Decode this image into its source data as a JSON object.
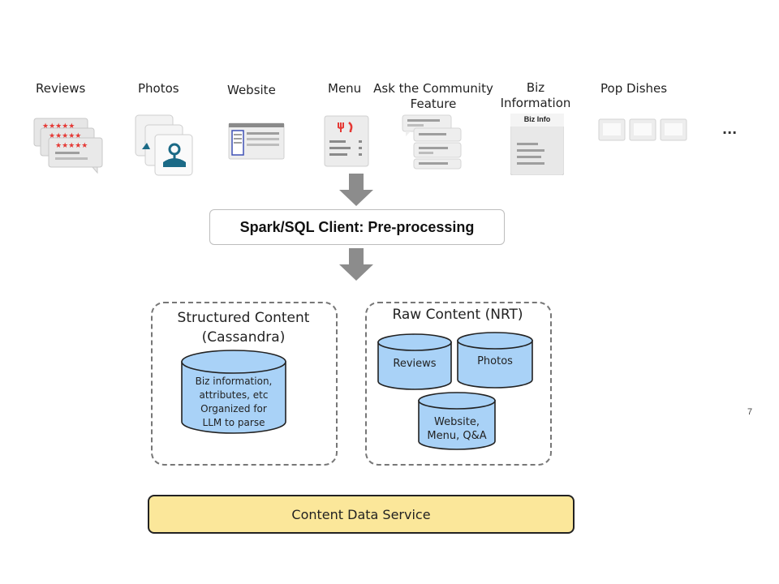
{
  "sources": [
    {
      "label": "Reviews",
      "icon": "reviews-icon"
    },
    {
      "label": "Photos",
      "icon": "photos-icon"
    },
    {
      "label": "Website",
      "icon": "website-icon"
    },
    {
      "label": "Menu",
      "icon": "menu-icon"
    },
    {
      "label": "Ask the Community",
      "label2": "Feature",
      "icon": "ask-community-icon"
    },
    {
      "label": "Biz",
      "label2": "Information",
      "icon": "biz-info-icon",
      "card_text": "Biz Info"
    },
    {
      "label": "Pop Dishes",
      "icon": "pop-dishes-icon"
    }
  ],
  "more": "...",
  "process": {
    "label": "Spark/SQL Client: Pre-processing"
  },
  "structured": {
    "title1": "Structured Content",
    "title2": "(Cassandra)",
    "db_lines": [
      "Biz information,",
      "attributes, etc",
      "Organized for",
      "LLM to parse"
    ]
  },
  "raw": {
    "title": "Raw Content (NRT)",
    "dbs": [
      {
        "label": "Reviews"
      },
      {
        "label": "Photos"
      },
      {
        "label1": "Website,",
        "label2": "Menu, Q&A"
      }
    ]
  },
  "service": {
    "label": "Content Data Service"
  },
  "page_number": "7",
  "colors": {
    "db_fill": "#a9d2f7",
    "service_fill": "#fbe79a",
    "arrow": "#8c8c8c",
    "star_red": "#e53935",
    "photo_teal": "#1b6a86"
  }
}
